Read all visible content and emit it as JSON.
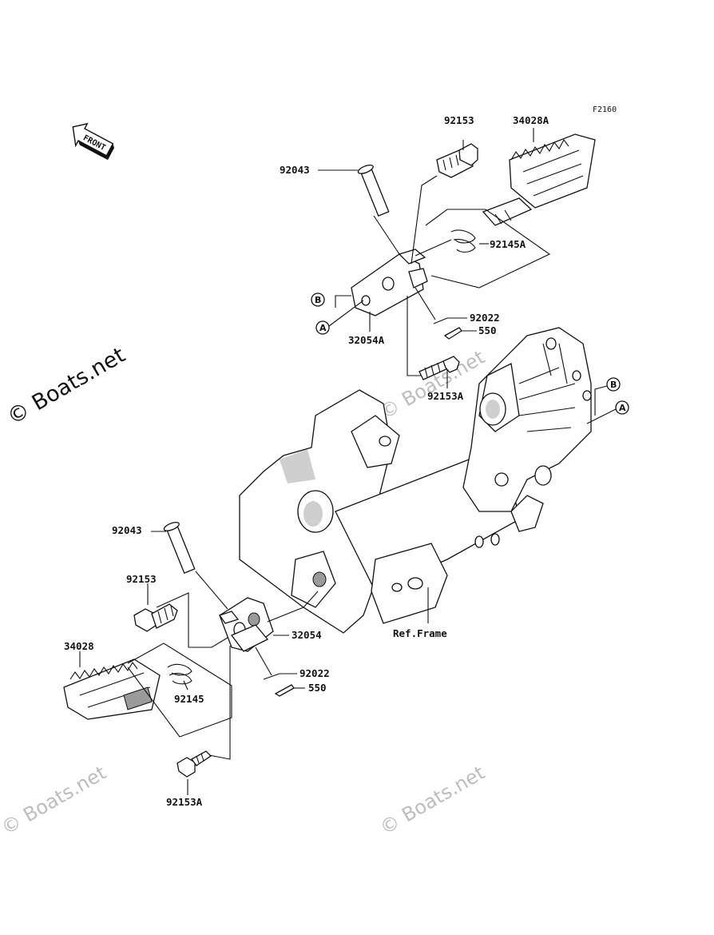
{
  "figure_code": "F2160",
  "front_arrow_label": "FRONT",
  "watermarks": {
    "main": "© Boats.net",
    "faint": "© Boats.net"
  },
  "callouts": {
    "b_top": "B",
    "a_top": "A",
    "b_right": "B",
    "a_right": "A"
  },
  "labels": {
    "p92153_top": "92153",
    "p34028A": "34028A",
    "p92043_top": "92043",
    "p92145A": "92145A",
    "p92022_top": "92022",
    "p550_top": "550",
    "p32054A": "32054A",
    "p92153A_top": "92153A",
    "p92043_bot": "92043",
    "p92153_bot": "92153",
    "p32054": "32054",
    "ref_frame": "Ref.Frame",
    "p34028": "34028",
    "p92145": "92145",
    "p92022_bot": "92022",
    "p550_bot": "550",
    "p92153A_bot": "92153A"
  }
}
